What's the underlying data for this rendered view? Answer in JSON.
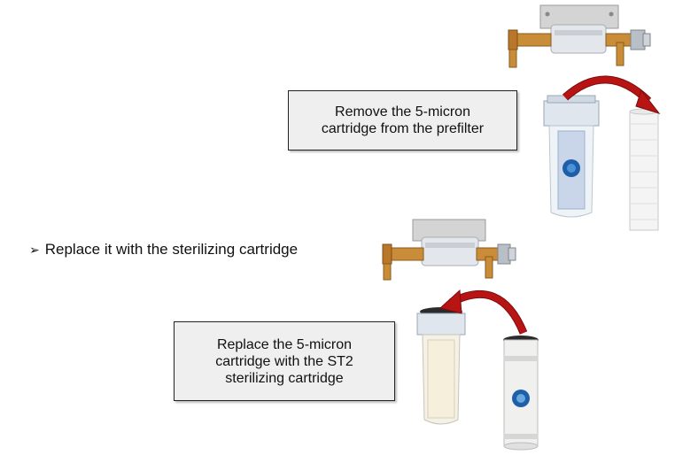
{
  "step1": {
    "callout_lines": [
      "Remove the 5-micron",
      "cartridge from the prefilter"
    ]
  },
  "step2": {
    "bullet_marker": "➢",
    "bullet_text": "Replace it with the sterilizing cartridge",
    "callout_lines": [
      "Replace the 5-micron",
      "cartridge with the ST2",
      "sterilizing cartridge"
    ]
  },
  "colors": {
    "arrow_red": "#b81414",
    "callout_bg": "#efefef",
    "brass": "#c98d3a",
    "filter_housing": "#cfd8e3"
  }
}
